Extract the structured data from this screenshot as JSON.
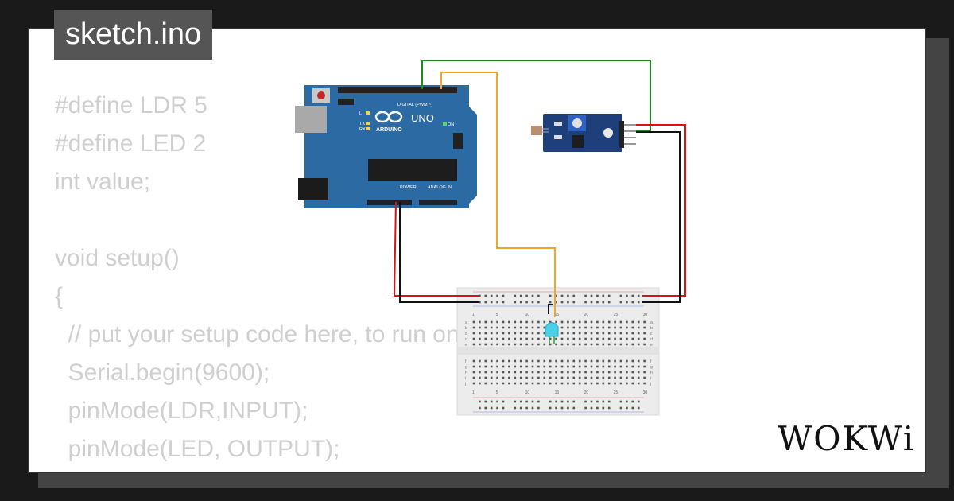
{
  "file_tab": {
    "label": "sketch.ino"
  },
  "code_lines": [
    "#define LDR 5",
    "#define LED 2",
    "int value;",
    "",
    "void setup()",
    "{",
    "  // put your setup code here, to run once:",
    "  Serial.begin(9600);",
    "  pinMode(LDR,INPUT);",
    "  pinMode(LED, OUTPUT);",
    "}"
  ],
  "arduino": {
    "brand": "ARDUINO",
    "model": "UNO",
    "digital_label": "DIGITAL (PWM ~)",
    "power_label": "POWER",
    "analog_label": "ANALOG IN",
    "on_label": "ON",
    "tx_label": "TX",
    "rx_label": "RX",
    "l_label": "L"
  },
  "breadboard": {
    "column_numbers": [
      "1",
      "5",
      "10",
      "15",
      "20",
      "25",
      "30"
    ],
    "row_letters_top": [
      "a",
      "b",
      "c",
      "d",
      "e"
    ],
    "row_letters_bottom": [
      "f",
      "g",
      "h",
      "i",
      "j"
    ]
  },
  "wire_colors": {
    "green": "#1a8a1a",
    "orange": "#f5a623",
    "red": "#e01010",
    "black": "#111111"
  },
  "colors": {
    "arduino_board": "#2b6aa3",
    "ldr_module": "#1f3f7a",
    "led": "#4ad0e8",
    "file_tab_bg": "#555555"
  },
  "logo": {
    "text": "WOKWi"
  }
}
